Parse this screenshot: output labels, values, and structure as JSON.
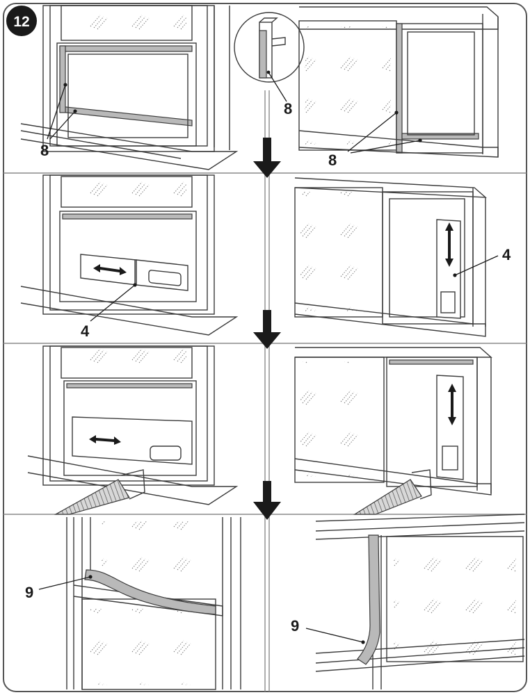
{
  "step_badge": "12",
  "callouts": {
    "seal_a": "8",
    "seal_b": "8",
    "seal_c": "8",
    "panel_a": "4",
    "panel_b": "4",
    "strip_a": "9",
    "strip_b": "9"
  },
  "colors": {
    "frame_border": "#555555",
    "badge_fill": "#1a1a1a",
    "seal_fill": "#b9b9b9",
    "arrow_fill": "#1a1a1a"
  },
  "icons": [
    "down-arrow-icon",
    "magnifier-circle-icon",
    "double-arrow-icon"
  ]
}
